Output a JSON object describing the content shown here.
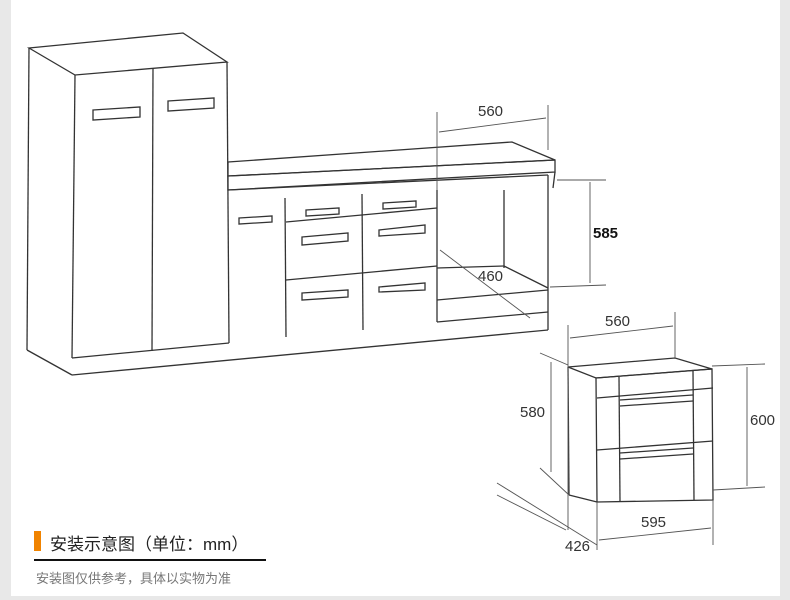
{
  "dimensions": {
    "cabinet_width": "560",
    "cabinet_height": "585",
    "cabinet_depth": "460",
    "oven_top_width": "560",
    "oven_body_height": "580",
    "oven_front_height": "600",
    "oven_front_width": "595",
    "oven_depth": "426"
  },
  "caption": {
    "title": "安装示意图（单位：mm）",
    "note": "安装图仅供参考，具体以实物为准",
    "accent_color": "#f08300"
  }
}
